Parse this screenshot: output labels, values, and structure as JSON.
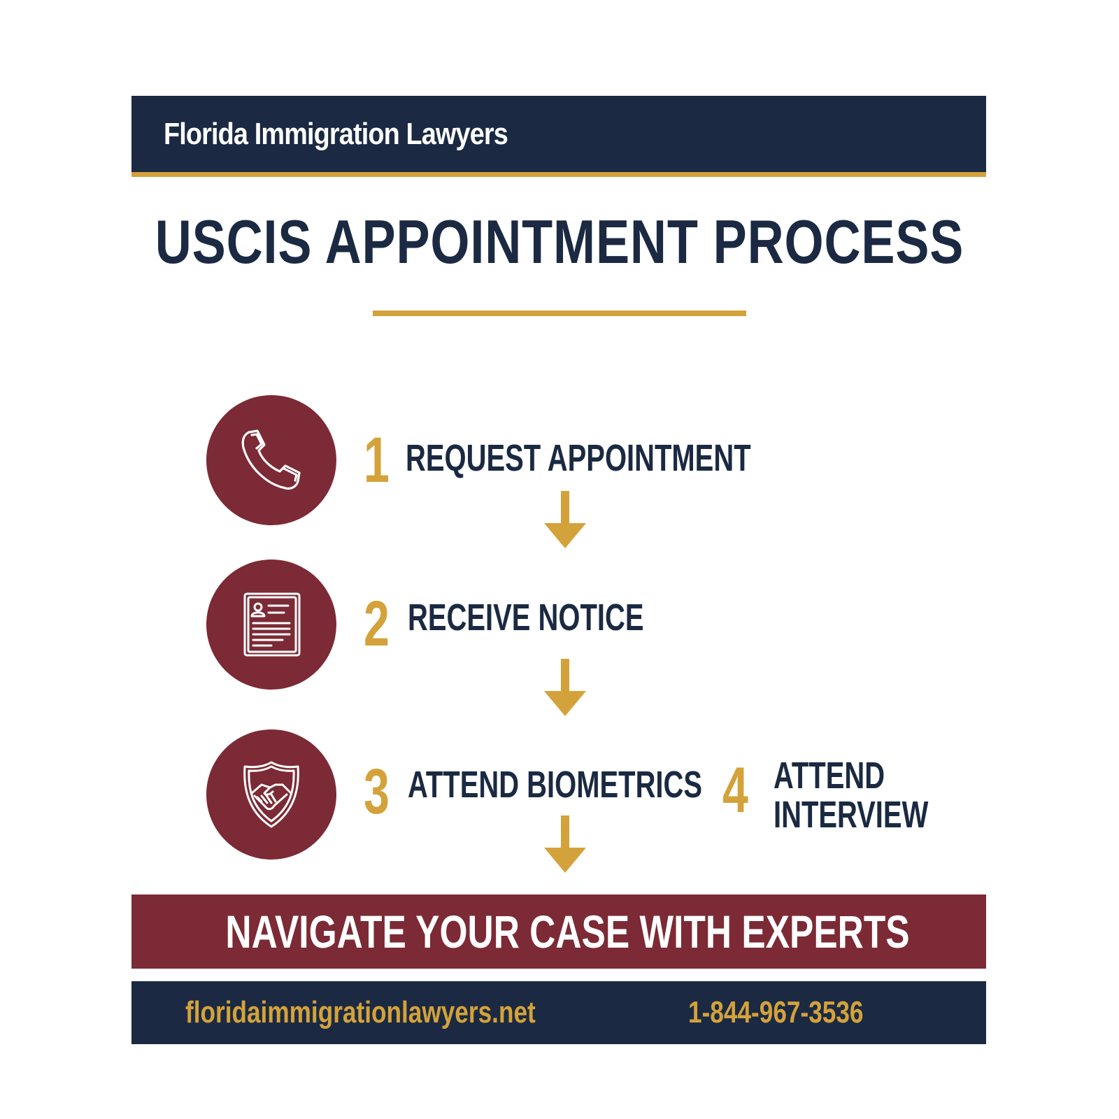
{
  "header": {
    "brand": "Florida Immigration Lawyers"
  },
  "title": "USCIS APPOINTMENT PROCESS",
  "steps": [
    {
      "number": "1",
      "label": "REQUEST APPOINTMENT",
      "icon": "phone-icon"
    },
    {
      "number": "2",
      "label": "RECEIVE NOTICE",
      "icon": "document-icon"
    },
    {
      "number": "3",
      "label": "ATTEND BIOMETRICS",
      "icon": "handshake-shield-icon"
    },
    {
      "number": "4",
      "label_line1": "ATTEND",
      "label_line2": "INTERVIEW"
    }
  ],
  "cta": {
    "text": "NAVIGATE YOUR CASE WITH EXPERTS"
  },
  "footer": {
    "website": "floridaimmigrationlawyers.net",
    "phone": "1-844-967-3536"
  },
  "colors": {
    "navy": "#1b2a42",
    "gold": "#d4a23a",
    "maroon": "#7c2a35",
    "white": "#ffffff"
  }
}
